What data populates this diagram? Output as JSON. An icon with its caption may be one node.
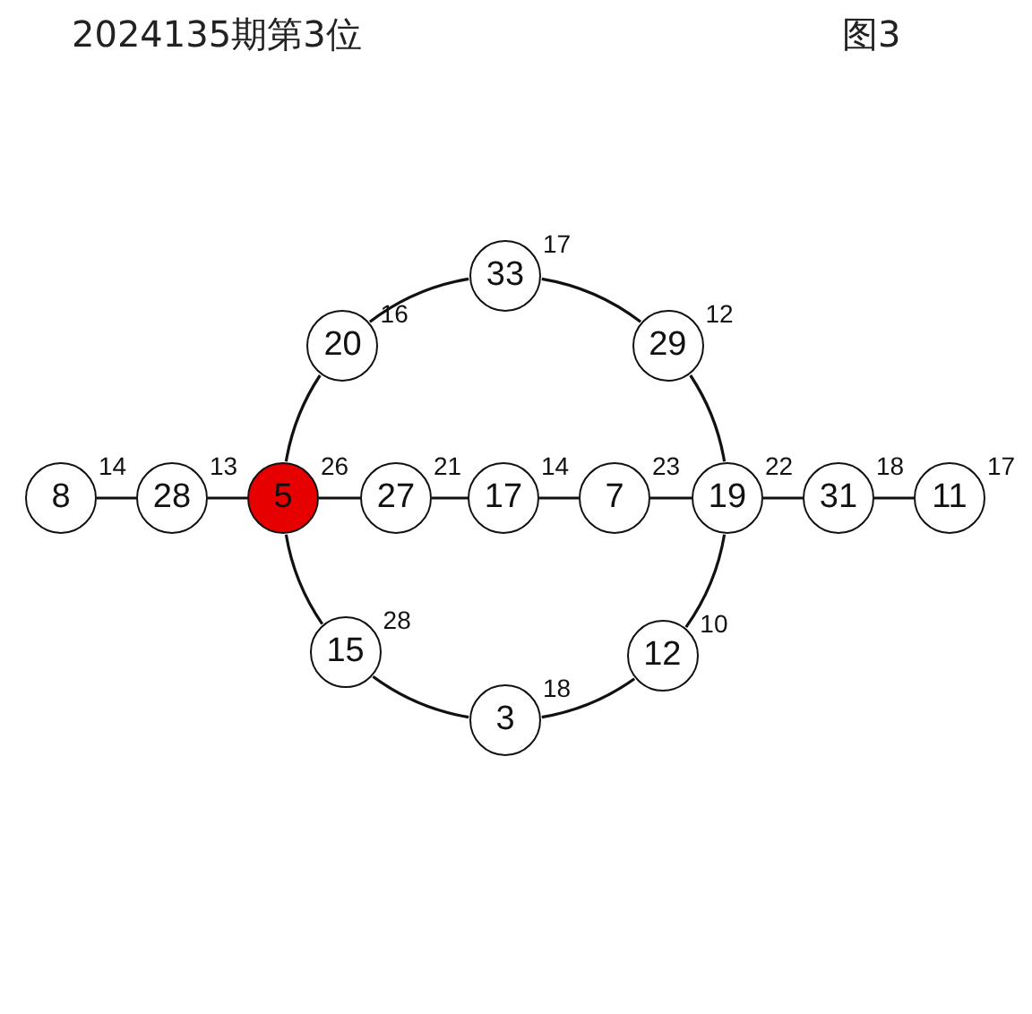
{
  "diagram": {
    "title": "2024135期第3位",
    "nodes": [
      {
        "text": [
          "33"
        ],
        "beside": [
          "17"
        ]
      },
      {
        "text": [
          "20"
        ],
        "beside": [
          "16"
        ]
      },
      {
        "text": [
          "29"
        ],
        "beside": [
          "12"
        ]
      },
      {
        "text": [
          "8"
        ],
        "beside": [
          "14"
        ]
      },
      {
        "text": [
          "28"
        ],
        "beside": [
          "13"
        ]
      },
      {
        "text": [
          "5"
        ],
        "beside": [
          "26"
        ]
      },
      {
        "text": [
          "27"
        ],
        "beside": [
          "21"
        ]
      },
      {
        "text": [
          "17"
        ],
        "beside": [
          "14"
        ]
      },
      {
        "text": [
          "7"
        ],
        "beside": [
          "23"
        ]
      },
      {
        "text": [
          "19"
        ],
        "beside": [
          "22"
        ]
      },
      {
        "text": [
          "31"
        ],
        "beside": [
          "18"
        ]
      },
      {
        "text": [
          "11"
        ],
        "beside": [
          "17"
        ]
      },
      {
        "text": [
          "15"
        ],
        "beside": [
          "28"
        ]
      },
      {
        "text": [
          "12"
        ],
        "beside": [
          "10"
        ]
      },
      {
        "text": [
          "3"
        ],
        "beside": [
          "18"
        ]
      }
    ],
    "edges": [
      {
        "from": 5,
        "to": 1,
        "arrow": "none"
      },
      {
        "from": 1,
        "to": 0,
        "arrow": "none"
      },
      {
        "from": 0,
        "to": 2,
        "arrow": "none"
      },
      {
        "from": 2,
        "to": 9,
        "arrow": "none"
      },
      {
        "from": 9,
        "to": 13,
        "arrow": "none"
      },
      {
        "from": 13,
        "to": 14,
        "arrow": "none"
      },
      {
        "from": 14,
        "to": 12,
        "arrow": "none"
      },
      {
        "from": 12,
        "to": 5,
        "arrow": "none"
      },
      {
        "from": 3,
        "to": 4,
        "arrow": "none"
      },
      {
        "from": 4,
        "to": 5,
        "arrow": "none"
      },
      {
        "from": 5,
        "to": 6,
        "arrow": "none"
      },
      {
        "from": 6,
        "to": 7,
        "arrow": "none"
      },
      {
        "from": 7,
        "to": 8,
        "arrow": "none"
      },
      {
        "from": 8,
        "to": 9,
        "arrow": "none"
      },
      {
        "from": 9,
        "to": 10,
        "arrow": "none"
      },
      {
        "from": 10,
        "to": 11,
        "arrow": "none"
      }
    ],
    "labels": [
      "图3"
    ]
  }
}
